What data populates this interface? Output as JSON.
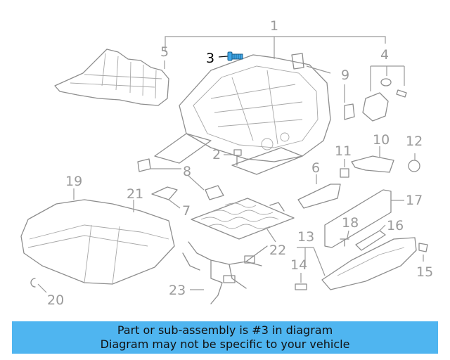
{
  "callouts": {
    "c1": "1",
    "c2": "2",
    "c3": "3",
    "c4": "4",
    "c5": "5",
    "c6": "6",
    "c7": "7",
    "c8": "8",
    "c9": "9",
    "c10": "10",
    "c11": "11",
    "c12": "12",
    "c13": "13",
    "c14": "14",
    "c15": "15",
    "c16": "16",
    "c17": "17",
    "c18": "18",
    "c19": "19",
    "c20": "20",
    "c21": "21",
    "c22": "22",
    "c23": "23"
  },
  "highlight_color": "#3fa7e8",
  "banner": {
    "line1": "Part or sub-assembly is #3 in diagram",
    "line2": "Diagram may not be specific to your vehicle",
    "background": "#4fb5f0"
  }
}
